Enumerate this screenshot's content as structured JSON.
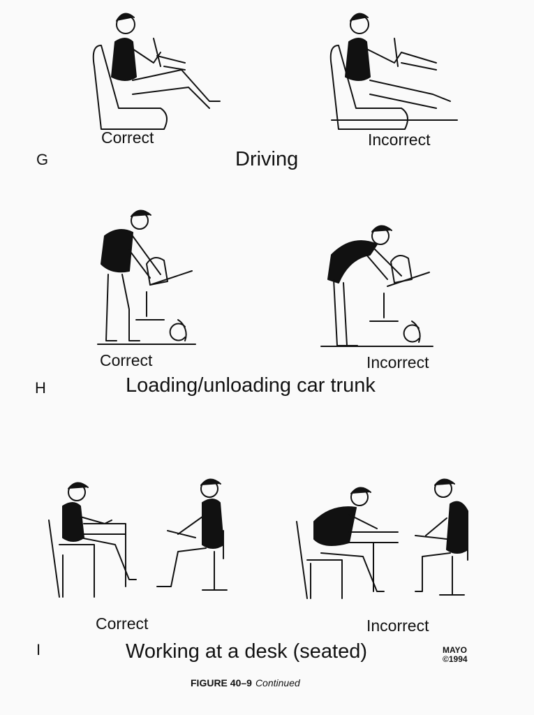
{
  "sections": [
    {
      "letter": "G",
      "title": "Driving",
      "correct_label": "Correct",
      "incorrect_label": "Incorrect"
    },
    {
      "letter": "H",
      "title": "Loading/unloading car trunk",
      "correct_label": "Correct",
      "incorrect_label": "Incorrect"
    },
    {
      "letter": "I",
      "title": "Working at a desk (seated)",
      "correct_label": "Correct",
      "incorrect_label": "Incorrect"
    }
  ],
  "credit": {
    "line1": "MAYO",
    "line2": "©1994"
  },
  "caption": {
    "figure": "FIGURE 40–9",
    "note": "Continued"
  }
}
